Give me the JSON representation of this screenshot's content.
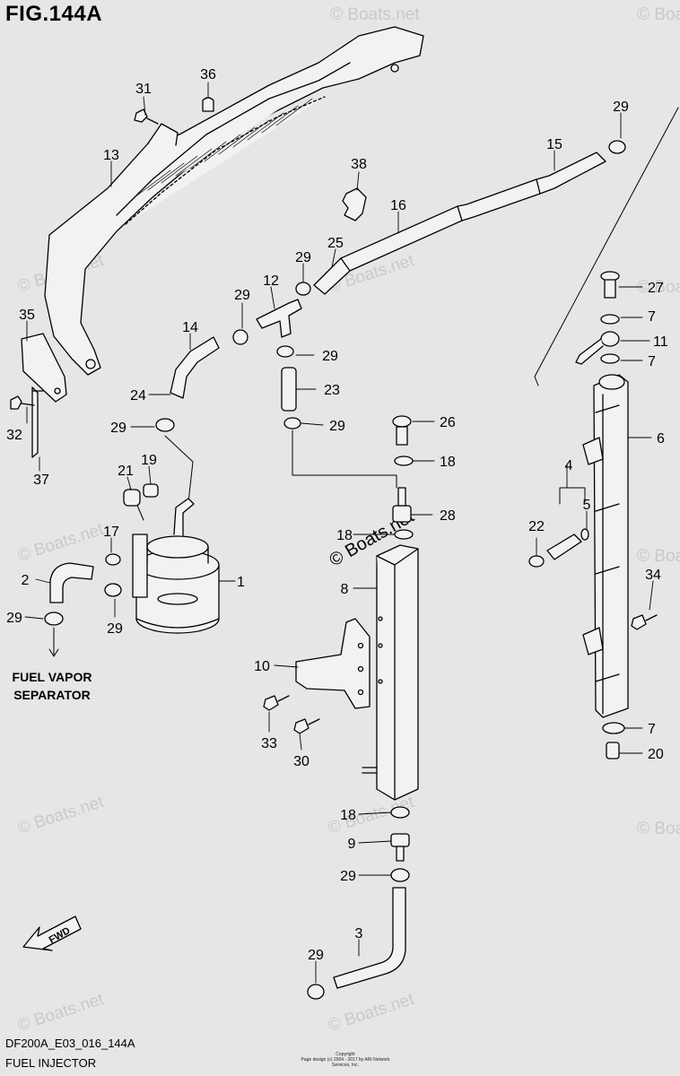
{
  "figure": {
    "title": "FIG.144A",
    "drawing_code": "DF200A_E03_016_144A",
    "caption": "FUEL INJECTOR"
  },
  "watermarks": [
    "© Boats.net",
    "© Boats.net",
    "© Boats.net",
    "© Boats.net",
    "© Boats.net",
    "© Boats.net",
    "© Boats.net",
    "© Boats.net",
    "© Boats.net",
    "© Boats.net",
    "© Boats.net",
    "© Boats.net",
    "© Boats.net"
  ],
  "fuel_vapor_note": {
    "line1": "FUEL VAPOR",
    "line2": "SEPARATOR"
  },
  "fwd_label": "FWD",
  "copyright": {
    "line1": "Copyright",
    "line2": "Page design (c) 2004 - 2017 by ARI Network Services, Inc."
  },
  "callouts": [
    "31",
    "36",
    "13",
    "35",
    "32",
    "37",
    "29",
    "15",
    "38",
    "16",
    "25",
    "29",
    "12",
    "29",
    "14",
    "24",
    "29",
    "29",
    "23",
    "29",
    "21",
    "19",
    "17",
    "2",
    "29",
    "29",
    "1",
    "26",
    "18",
    "28",
    "18",
    "8",
    "10",
    "33",
    "30",
    "18",
    "9",
    "29",
    "3",
    "29",
    "27",
    "7",
    "11",
    "7",
    "6",
    "4",
    "5",
    "22",
    "34",
    "7",
    "20"
  ]
}
